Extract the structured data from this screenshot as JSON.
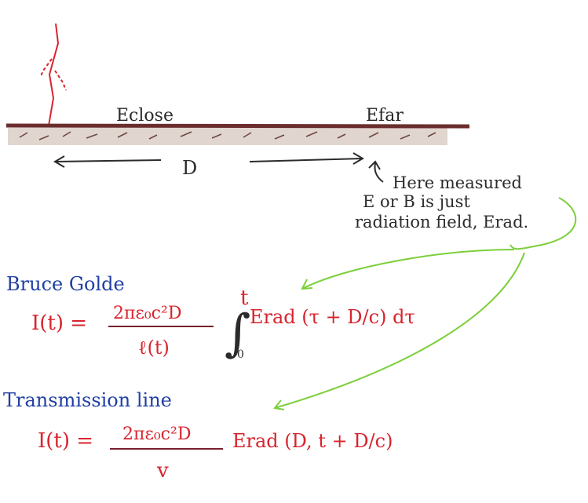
{
  "colors": {
    "ink": "#2b2b2b",
    "red": "#d8242e",
    "blue": "#1f3fa3",
    "brown": "#6b2d2d",
    "ground": "#9a7a6a",
    "green": "#7ccf3b",
    "darkred": "#7a1f2a"
  },
  "labels": {
    "e_close": "Eclose",
    "e_far": "Efar",
    "distance": "D",
    "note": [
      "Here measured",
      "E or B is just",
      "radiation field, Erad."
    ]
  },
  "bruce_golde": {
    "title": "Bruce Golde",
    "lhs": "I(t) =",
    "numerator": "2πε₀c²D",
    "denominator": "ℓ(t)",
    "upper_limit": "t",
    "lower_limit": "0",
    "integrand": "Erad (τ + D/c) dτ"
  },
  "transmission_line": {
    "title": "Transmission line",
    "lhs": "I(t) =",
    "numerator": "2πε₀c²D",
    "denominator": "v",
    "rhs": "Erad (D, t + D/c)"
  }
}
